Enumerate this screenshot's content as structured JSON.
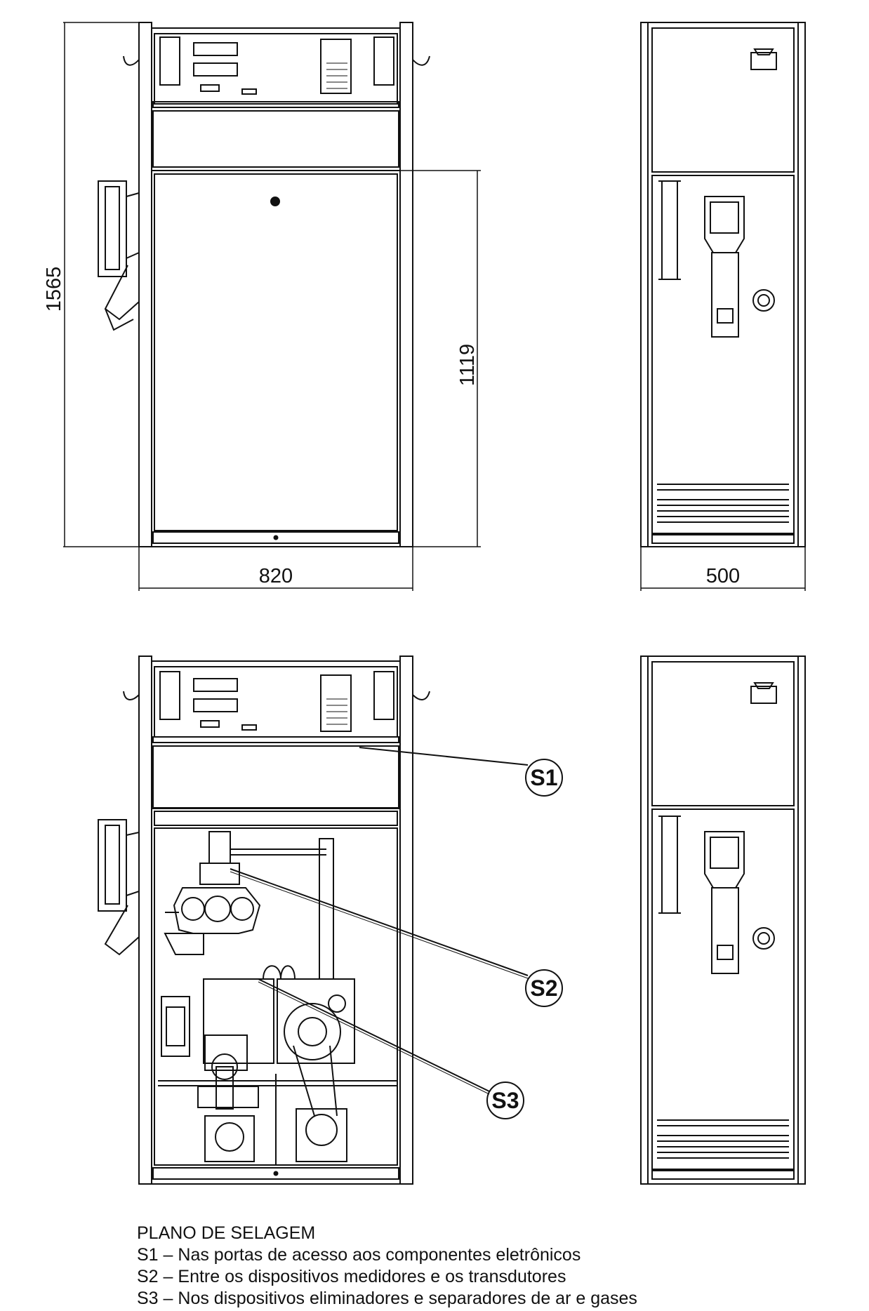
{
  "dimensions": {
    "height_total": "1565",
    "height_door": "1119",
    "width_front": "820",
    "width_side": "500"
  },
  "callouts": {
    "s1": "S1",
    "s2": "S2",
    "s3": "S3"
  },
  "legend": {
    "title": "PLANO DE SELAGEM",
    "items": [
      {
        "code": "S1",
        "sep": " – ",
        "text": "Nas portas de acesso aos componentes eletrônicos"
      },
      {
        "code": "S2",
        "sep": " – ",
        "text": "Entre os dispositivos medidores e os transdutores"
      },
      {
        "code": "S3",
        "sep": " – ",
        "text": "Nos dispositivos eliminadores e separadores de ar e gases"
      }
    ]
  }
}
